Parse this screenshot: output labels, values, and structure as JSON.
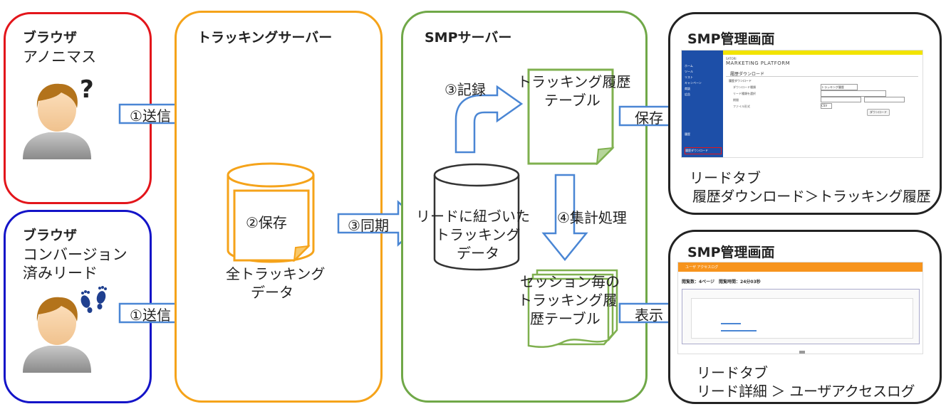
{
  "browser_anon": {
    "title": "ブラウザ",
    "subtitle": "アノニマス"
  },
  "browser_converted": {
    "title": "ブラウザ",
    "subtitle_line1": "コンバージョン",
    "subtitle_line2": "済みリード"
  },
  "tracking_server": {
    "title": "トラッキングサーバー",
    "db_label_line1": "全トラッキング",
    "db_label_line2": "データ",
    "doc_label": "②保存"
  },
  "smp_server": {
    "title": "SMPサーバー",
    "record_label": "③記録",
    "history_table_line1": "トラッキング履歴",
    "history_table_line2": "テーブル",
    "lead_data_line1": "リードに紐づいた",
    "lead_data_line2": "トラッキング",
    "lead_data_line3": "データ",
    "aggregate_label": "④集計処理",
    "session_table_line1": "セッション毎の",
    "session_table_line2": "トラッキング履",
    "session_table_line3": "歴テーブル"
  },
  "arrows": {
    "send_top": "①送信",
    "send_bottom": "①送信",
    "sync": "③同期",
    "save": "保存",
    "display": "表示"
  },
  "smp_admin_top": {
    "title": "SMP管理画面",
    "caption_line1": "リードタブ",
    "caption_line2": "履歴ダウンロード＞トラッキング履歴",
    "screenshot": {
      "brand_small": "SATORI",
      "brand": "MARKETING PLATFORM",
      "heading": "履歴ダウンロード",
      "section": "履歴ダウンロード",
      "nav_items": [
        "ホーム",
        "ツール",
        "リスト",
        "キャンペーン",
        "商談",
        "広告",
        "",
        "",
        "",
        "",
        "履歴",
        "",
        "",
        "",
        "",
        "履歴ダウンロード"
      ],
      "form_rows": [
        "ダウンロード種類",
        "リード種類を選択",
        "期間",
        "ファイル形式"
      ],
      "select_value": "トラッキング履歴",
      "format_value": "CSV",
      "button": "ダウンロード"
    }
  },
  "smp_admin_bottom": {
    "title": "SMP管理画面",
    "caption_line1": "リードタブ",
    "caption_line2": "リード詳細 ＞ ユーザアクセスログ",
    "screenshot": {
      "header": "ユーザ アクセスログ",
      "summary": "閲覧数：4ページ　閲覧時間：24分03秒"
    }
  },
  "colors": {
    "red": "#e3151b",
    "blue": "#1414c8",
    "orange": "#f5a31a",
    "green": "#70a848",
    "dark": "#222222",
    "arrow_fill": "#ffffff",
    "arrow_stroke": "#4a86d4",
    "doc_green": "#7fb04f",
    "nav_blue": "#1d4fa8",
    "orange_bar": "#f7941d"
  }
}
